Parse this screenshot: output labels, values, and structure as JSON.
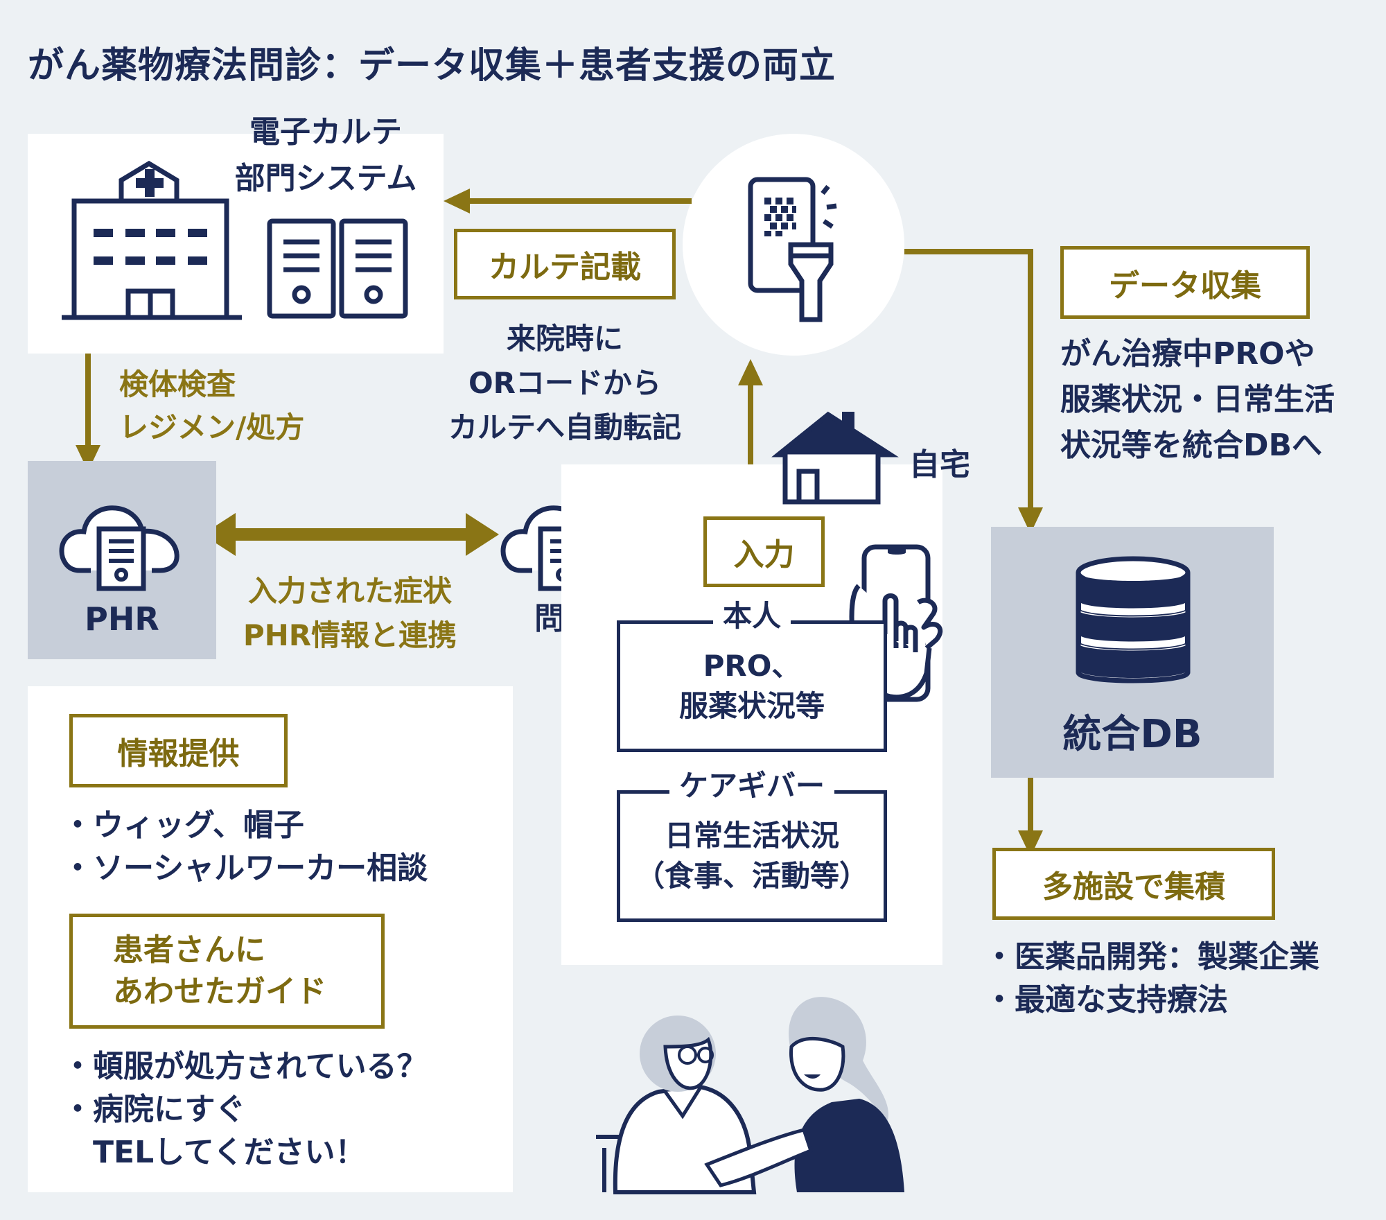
{
  "title": "がん薬物療法問診：データ収集＋患者支援の両立",
  "hospital": {
    "system_label_1": "電子カルテ",
    "system_label_2": "部門システム"
  },
  "flows": {
    "karte_tag": "カルテ記載",
    "karte_desc": [
      "来院時に",
      "ORコードから",
      "カルテへ自動転記"
    ],
    "hospital_to_phr": [
      "検体検査",
      "レジメン/処方"
    ],
    "phr_link": [
      "入力された症状",
      "PHR情報と連携"
    ],
    "data_tag": "データ収集",
    "data_desc": [
      "がん治療中PROや",
      "服薬状況・日常生活",
      "状況等を統合DBへ"
    ],
    "input_tag": "入力"
  },
  "phr": {
    "label": "PHR"
  },
  "monshin": {
    "label": "問診"
  },
  "home": {
    "label": "自宅"
  },
  "self_box": {
    "label": "本人",
    "lines": [
      "PRO、",
      "服薬状況等"
    ]
  },
  "caregiver_box": {
    "label": "ケアギバー",
    "lines": [
      "日常生活状況",
      "（食事、活動等）"
    ]
  },
  "db": {
    "label": "統合DB"
  },
  "accumulate": {
    "tag": "多施設で集積",
    "items": [
      "・医薬品開発：製薬企業",
      "・最適な支持療法"
    ]
  },
  "info": {
    "tag": "情報提供",
    "items": [
      "・ウィッグ、帽子",
      "・ソーシャルワーカー相談"
    ],
    "guide_tag": [
      "患者さんに",
      "あわせたガイド"
    ],
    "guide_items": [
      "・頓服が処方されている？",
      "・病院にすぐ",
      "　TELしてください！"
    ]
  },
  "colors": {
    "navy": "#1c2a56",
    "gold": "#8a7515",
    "grey": "#c7ced9",
    "bg": "#edf1f4"
  }
}
